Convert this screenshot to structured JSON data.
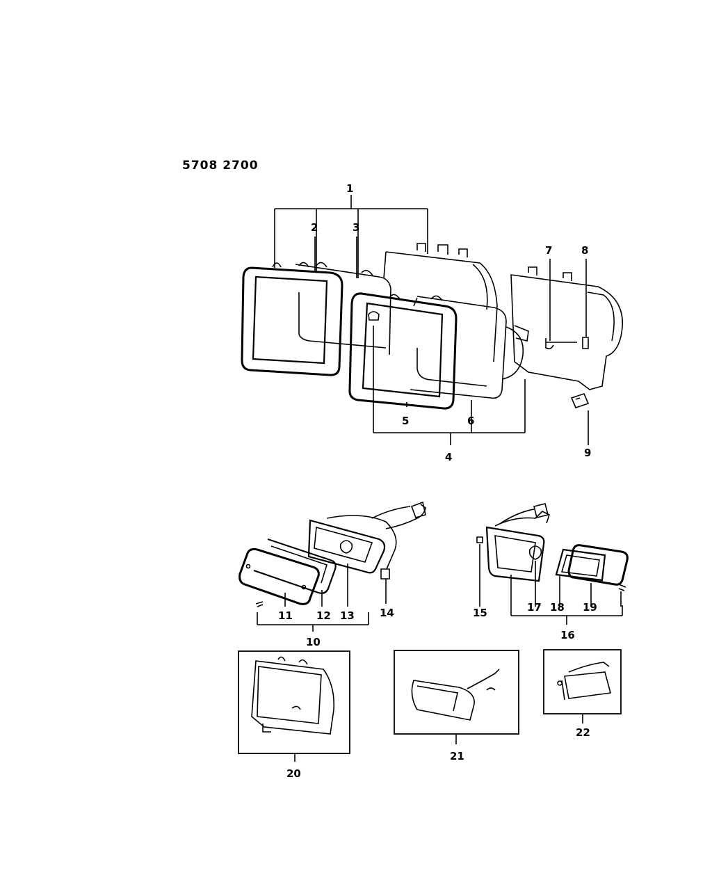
{
  "reference_number": "5708 2700",
  "callouts": [
    "1",
    "2",
    "3",
    "4",
    "5",
    "6",
    "7",
    "8",
    "9",
    "10",
    "11",
    "12",
    "13",
    "14",
    "15",
    "16",
    "17",
    "18",
    "19",
    "20",
    "21",
    "22"
  ],
  "assemblies": {
    "headlamp_assembly": "1",
    "sealed_beam_assembly": "4",
    "front_lamp_assembly": "10",
    "rear_lamp_assembly": "16",
    "inset_a": "20",
    "inset_b": "21",
    "inset_c": "22"
  }
}
